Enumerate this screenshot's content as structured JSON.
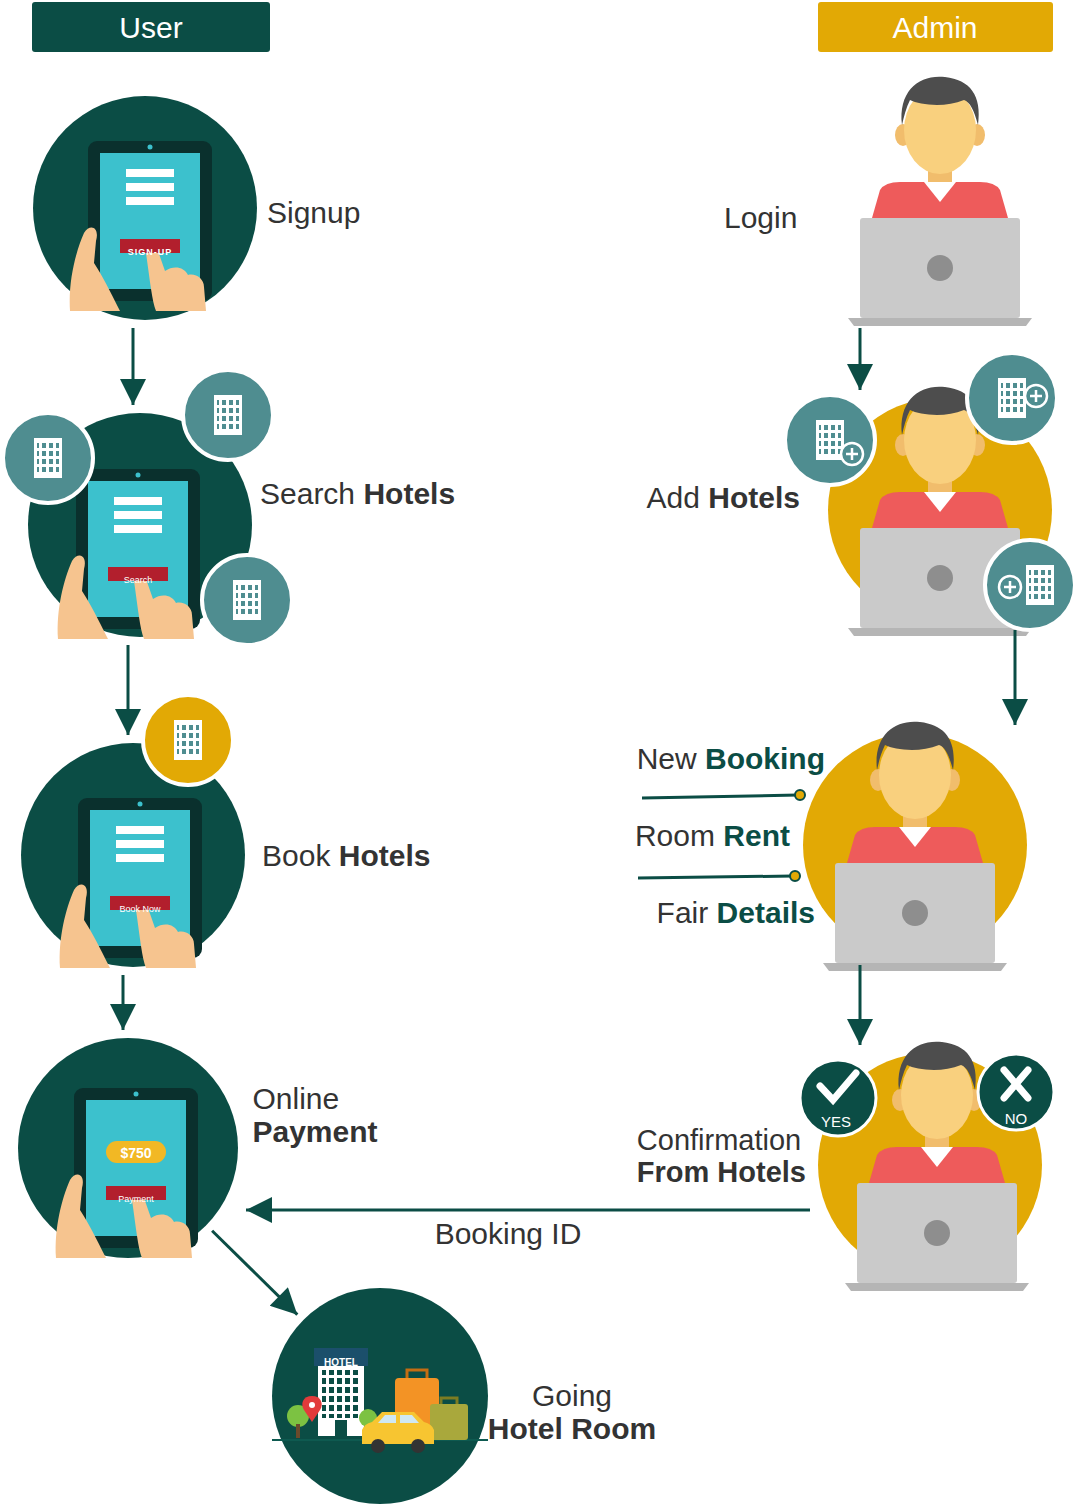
{
  "diagram": {
    "nodes": [
      {
        "text": [
          "User"
        ]
      },
      {
        "text": [
          "Admin"
        ]
      },
      {
        "text": [
          "Signup",
          "SIGN-UP"
        ]
      },
      {
        "text": [
          "Login"
        ]
      },
      {
        "text": [
          "Search Hotels",
          "Search"
        ]
      },
      {
        "text": [
          "Add Hotels"
        ]
      },
      {
        "text": [
          "Book Hotels",
          "Book Now"
        ]
      },
      {
        "text": [
          "New Booking",
          "Room Rent",
          "Fair Details"
        ]
      },
      {
        "text": [
          "Online Payment",
          "$750",
          "Payment"
        ]
      },
      {
        "text": [
          "Confirmation From Hotels",
          "YES",
          "NO"
        ]
      },
      {
        "text": [
          "Going Hotel Room",
          "HOTEL"
        ]
      }
    ],
    "edges": [
      {
        "from": 2,
        "to": 4,
        "arrow": "to"
      },
      {
        "from": 4,
        "to": 6,
        "arrow": "to"
      },
      {
        "from": 6,
        "to": 8,
        "arrow": "to"
      },
      {
        "from": 8,
        "to": 10,
        "arrow": "to"
      },
      {
        "from": 3,
        "to": 5,
        "arrow": "to"
      },
      {
        "from": 5,
        "to": 7,
        "arrow": "to"
      },
      {
        "from": 7,
        "to": 9,
        "arrow": "to"
      },
      {
        "from": 9,
        "to": 8,
        "arrow": "to",
        "label": "Booking ID"
      }
    ]
  }
}
